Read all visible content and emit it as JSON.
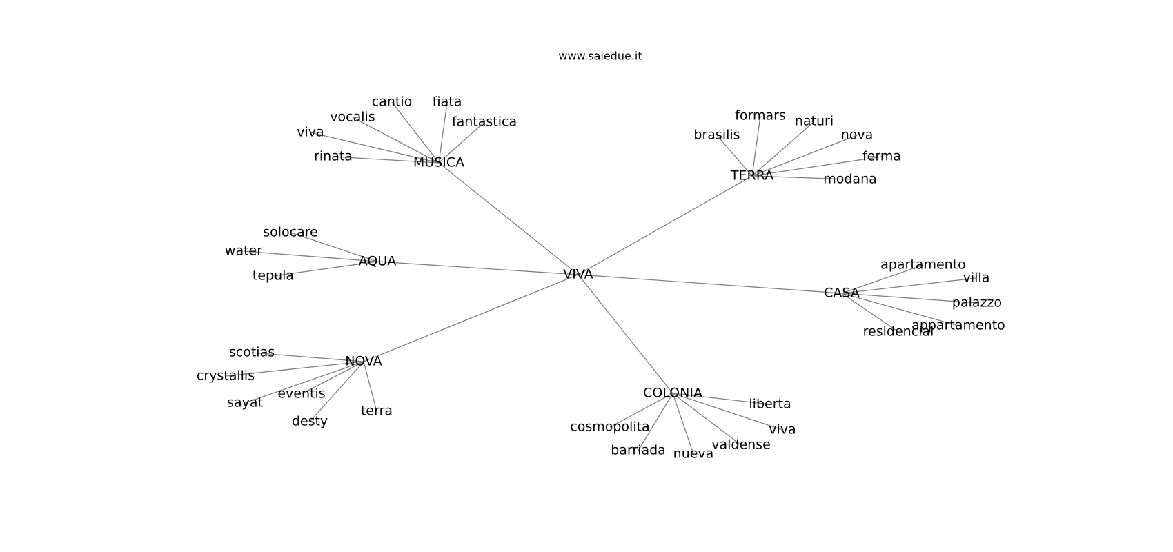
{
  "title": "www.saiedue.it",
  "root": "VIVA",
  "branches": [
    {
      "hub": "MUSICA",
      "leaves": [
        "cantio",
        "fiata",
        "vocalis",
        "fantastica",
        "viva",
        "rinata"
      ]
    },
    {
      "hub": "TERRA",
      "leaves": [
        "formars",
        "naturi",
        "brasilis",
        "nova",
        "ferma",
        "modana"
      ]
    },
    {
      "hub": "AQUA",
      "leaves": [
        "solocare",
        "water",
        "tepula"
      ]
    },
    {
      "hub": "CASA",
      "leaves": [
        "apartamento",
        "villa",
        "palazzo",
        "appartamento",
        "residencial"
      ]
    },
    {
      "hub": "NOVA",
      "leaves": [
        "scotias",
        "crystallis",
        "eventis",
        "sayat",
        "desty",
        "terra"
      ]
    },
    {
      "hub": "COLONIA",
      "leaves": [
        "liberta",
        "viva",
        "valdense",
        "nueva",
        "barriada",
        "cosmopolita"
      ]
    }
  ]
}
